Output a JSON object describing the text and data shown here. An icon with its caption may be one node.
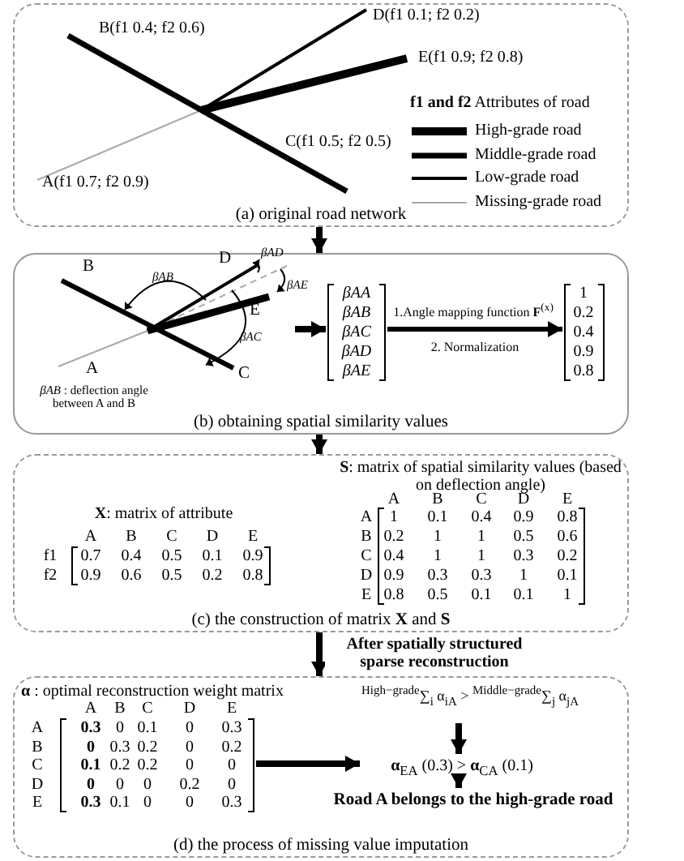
{
  "diagram": {
    "nodes": [
      {
        "text": [
          "(a) original road network"
        ]
      },
      {
        "text": [
          "(b) obtaining spatial similarity values"
        ]
      },
      {
        "text": [
          "(c) the construction of matrix **X** and **S**"
        ]
      },
      {
        "text": [
          "(d) the process of missing value imputation"
        ]
      },
      {
        "text": [],
        "shape": "drawing",
        "in": 1
      },
      {
        "text": [],
        "shape": "matrix",
        "in": 1
      },
      {
        "text": [],
        "shape": "matrix",
        "in": 1
      },
      {
        "text": [],
        "shape": "matrix",
        "in": 3
      },
      {
        "text": [
          "$^{High−grade}$∑$_{i}$ α$_{iA}$ > $^{Middle−grade}$∑$_{j}$ α$_{jA}$"
        ],
        "in": 3
      },
      {
        "text": [
          "**α**$_{EA}$ (0.3) > **α**$_{CA}$ (0.1)"
        ],
        "in": 3
      },
      {
        "text": [
          "Road A belongs to the high-grade road"
        ],
        "in": 3
      }
    ],
    "edges": [
      {
        "from": 0,
        "to": 1,
        "arrow": "to"
      },
      {
        "from": 1,
        "to": 2,
        "arrow": "to"
      },
      {
        "from": 2,
        "to": 3,
        "arrow": "to",
        "label": "After spatially structured sparse reconstruction"
      },
      {
        "from": 4,
        "to": 5,
        "arrow": "to"
      },
      {
        "from": 5,
        "to": 6,
        "arrow": "to",
        "label": "1.Angle mapping function **F**$^{(x)}$"
      },
      {
        "from": 7,
        "to": 9,
        "arrow": "to"
      },
      {
        "from": 8,
        "to": 9,
        "arrow": "to"
      },
      {
        "from": 9,
        "to": 10,
        "arrow": "to"
      }
    ],
    "labels": [
      "B(f1 0.4; f2 0.6)",
      "D(f1 0.1; f2 0.2)",
      "E(f1 0.9; f2 0.8)",
      "**f1 and f2** Attributes of road",
      "C(f1 0.5; f2 0.5)",
      "A(f1 0.7; f2 0.9)",
      "B",
      "D",
      "βAD",
      "βAB",
      "βAE",
      "E",
      "βAC",
      "A",
      "C",
      "*βAB* : deflection angle between A and B",
      "βAA",
      "βAB",
      "βAC",
      "βAD",
      "βAE",
      "2. Normalization",
      "1",
      "0.2",
      "0.4",
      "0.9",
      "0.8",
      "**X**: matrix of attribute",
      "A",
      "B",
      "C",
      "D",
      "E",
      "f1",
      "0.7",
      "0.4",
      "0.5",
      "0.1",
      "0.9",
      "f2",
      "0.9",
      "0.6",
      "0.5",
      "0.2",
      "0.8",
      "**S**: matrix of spatial similarity values (based on deflection angle)",
      "A",
      "B",
      "C",
      "D",
      "E",
      "A",
      "1",
      "0.1",
      "0.4",
      "0.9",
      "0.8",
      "B",
      "0.2",
      "1",
      "1",
      "0.5",
      "0.6",
      "C",
      "0.4",
      "1",
      "1",
      "0.3",
      "0.2",
      "D",
      "0.9",
      "0.3",
      "0.3",
      "1",
      "0.1",
      "E",
      "0.8",
      "0.5",
      "0.1",
      "0.1",
      "1",
      "**α** : optimal reconstruction weight matrix",
      "A",
      "B",
      "C",
      "D",
      "E",
      "A",
      "0.3",
      "0",
      "0.1",
      "0",
      "0.3",
      "B",
      "0",
      "0.3",
      "0.2",
      "0",
      "0.2",
      "C",
      "0.1",
      "0.2",
      "0.2",
      "0",
      "0",
      "D",
      "0",
      "0",
      "0",
      "0.2",
      "0",
      "E",
      "0.3",
      "0.1",
      "0",
      "0",
      "0.3"
    ],
    "legend": [
      {
        "text": "High-grade road"
      },
      {
        "text": "Middle-grade road"
      },
      {
        "text": "Low-grade road"
      },
      {
        "text": "Missing-grade road"
      }
    ]
  }
}
